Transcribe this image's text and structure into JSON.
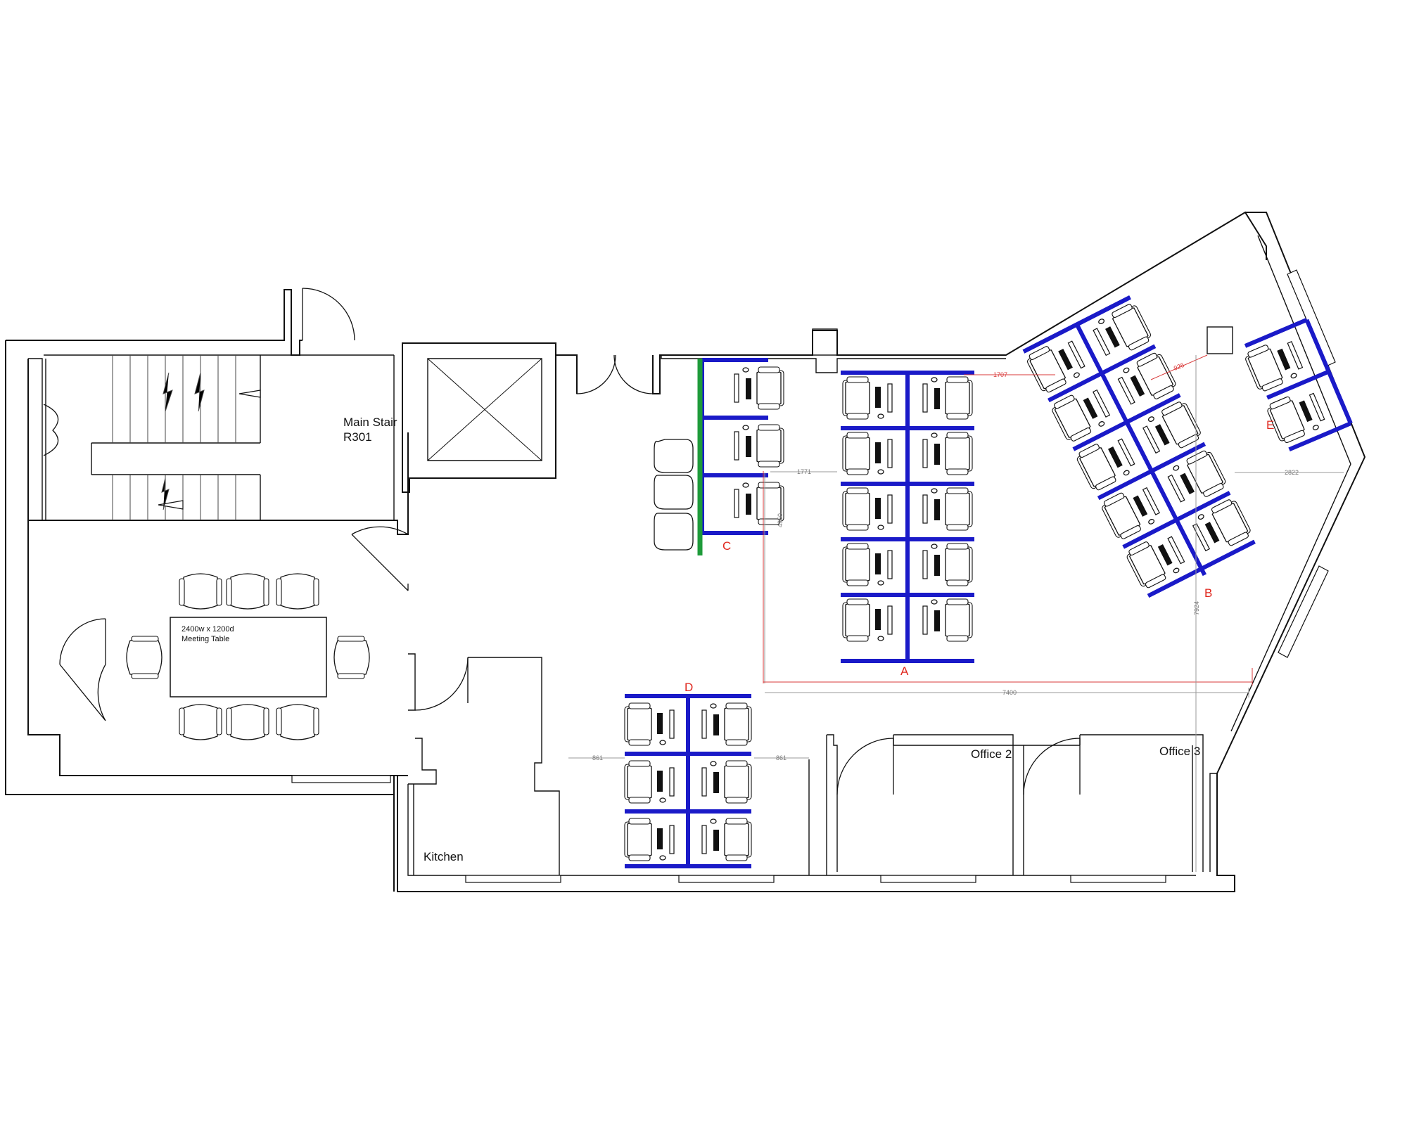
{
  "drawing": {
    "type": "office-floor-plan",
    "colors": {
      "walls": "#111111",
      "workstation_screens": "#1a1ac8",
      "green_screen": "#1e9b3a",
      "cluster_labels": "#e0271e",
      "dimensions": "#9a9a9a",
      "clearance_dimensions": "#d93a3a"
    }
  },
  "rooms": {
    "main_stair": {
      "title": "Main Stair",
      "code": "R301"
    },
    "meeting_table": {
      "line1": "2400w x 1200d",
      "line2": "Meeting Table"
    },
    "kitchen": "Kitchen",
    "office_2": "Office 2",
    "office_3": "Office 3"
  },
  "clusters": {
    "A": {
      "label": "A",
      "desks": 10
    },
    "B": {
      "label": "B",
      "desks": 10
    },
    "C": {
      "label": "C",
      "desks": 3
    },
    "D": {
      "label": "D",
      "desks": 6
    },
    "E": {
      "label": "E",
      "desks": 2
    }
  },
  "dimensions": {
    "d1771": "1771",
    "d1707": "1707",
    "d926": "926",
    "d2822": "2822",
    "d4950": "4950",
    "d7924": "7924",
    "d7400": "7400",
    "d861_left": "861",
    "d861_right": "861"
  }
}
